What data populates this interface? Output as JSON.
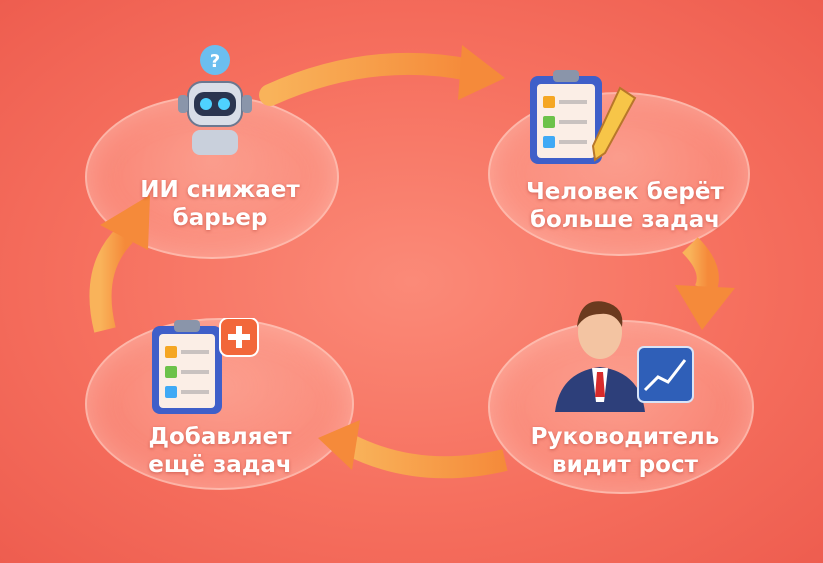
{
  "steps": [
    {
      "line1": "ИИ снижает",
      "line2": "барьер",
      "icon": "robot-icon"
    },
    {
      "line1": "Человек берёт",
      "line2": "больше задач",
      "icon": "clipboard-pencil-icon"
    },
    {
      "line1": "Руководитель",
      "line2": "видит рост",
      "icon": "manager-chart-icon"
    },
    {
      "line1": "Добавляет",
      "line2": "ещё задач",
      "icon": "clipboard-plus-icon"
    }
  ],
  "colors": {
    "background": "#f6705f",
    "arrow": "#f7a04a",
    "text": "#ffffff"
  }
}
